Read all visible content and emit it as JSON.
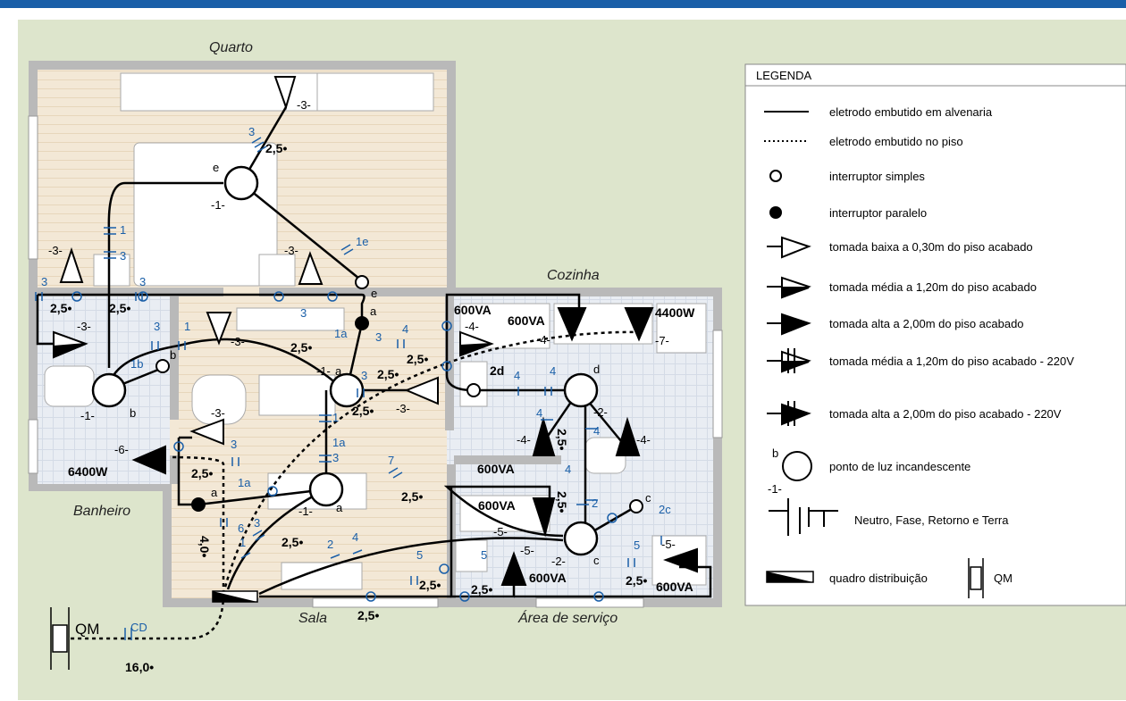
{
  "rooms": {
    "quarto": "Quarto",
    "cozinha": "Cozinha",
    "banheiro": "Banheiro",
    "sala": "Sala",
    "servico": "Área de serviço"
  },
  "panel": {
    "qm": "QM",
    "cd": "CD",
    "cd_section": "16,0•"
  },
  "labels": {
    "q_socket_top": "-3-",
    "q_light": "-1-",
    "q_light_letter": "e",
    "q_circ_34": "3",
    "q_sec_top": "2,5•",
    "q_1e": "1e",
    "q_switch_e": "e",
    "q_circ_1a": "1",
    "q_circ_1b": "3",
    "q_socket_left": "-3-",
    "q_socket_mid": "-3-",
    "q_sec_left1": "2,5•",
    "q_sec_left2": "2,5•",
    "q_c3a": "3",
    "q_c3b": "3",
    "q_c3c": "3",
    "q_sec_mid": "2,5•",
    "q_a": "a",
    "b_socket": "-3-",
    "b_1b": "1b",
    "b_b": "b",
    "b_light": "-1-",
    "b_letter": "b",
    "b_heater": "-6-",
    "b_heater_w": "6400W",
    "b_c3": "3",
    "b_c1": "1",
    "s_light1": "-1-",
    "s_a1": "a",
    "s_1a": "1a",
    "s_3": "3",
    "s_sec1": "2,5•",
    "s_4": "4",
    "s_sec2": "2,5•",
    "s_socket_r": "-3-",
    "s_c1": "1",
    "s_c1a": "1a",
    "s_c3": "3",
    "s_socket_l": "-3-",
    "s_sec3": "2,5•",
    "s_c3b": "3",
    "s_c1a2": "1a",
    "s_c6": "6",
    "s_a2": "a",
    "s_light2": "-1-",
    "s_a3": "a",
    "s_sec40": "4,0•",
    "s_c3c": "3",
    "s_c1b": "1",
    "s_sec4": "2,5•",
    "s_c2": "2",
    "s_c4": "4",
    "s_c7": "7",
    "s_sec5": "2,5•",
    "s_c5": "5",
    "s_sec6": "2,5•",
    "s_sec7": "2,5•",
    "k_600a": "600VA",
    "k_m4a": "-4-",
    "k_600b": "600VA",
    "k_m4b": "-4-",
    "k_4400": "4400W",
    "k_m7": "-7-",
    "k_2d": "2d",
    "k_c4a": "4",
    "k_c4b": "4",
    "k_d": "d",
    "k_m2": "-2-",
    "k_m4c": "-4-",
    "k_c4c": "4",
    "k_c4d": "4",
    "k_sec": "2,5•",
    "k_m4d": "-4-",
    "k_600c": "600VA",
    "k_c4e": "4",
    "k_sec2": "2,5•",
    "k_c2": "2",
    "a_600": "600VA",
    "a_m5": "-5-",
    "a_c": "c",
    "a_2c": "2c",
    "a_m5b": "-5-",
    "a_m2": "-2-",
    "a_c2": "c",
    "a_c5a": "5",
    "a_c5b": "5",
    "a_m5c": "-5-",
    "a_600b": "600VA",
    "a_600c": "600VA",
    "a_sec": "2,5•",
    "a_sec2": "2,5•"
  },
  "legend": {
    "title": "LEGENDA",
    "items": [
      "eletrodo embutido em alvenaria",
      "eletrodo embutido no piso",
      "interruptor simples",
      "interruptor paralelo",
      "tomada baixa a 0,30m do piso acabado",
      "tomada média a 1,20m do piso acabado",
      "tomada alta a 2,00m do piso acabado",
      "tomada média a 1,20m do piso acabado - 220V",
      "tomada alta a 2,00m do piso acabado - 220V",
      "ponto de luz incandescente",
      "Neutro, Fase, Retorno e Terra",
      "quadro distribuição",
      "QM"
    ],
    "light_letter": "b",
    "light_num": "-1-"
  },
  "colors": {
    "header_rule": "#1a5fa8",
    "background": "#dde5cc",
    "wall": "#b8b8b8",
    "floor_wood": "#f2e7d6",
    "floor_tile": "#e8ecf2",
    "accent_blue": "#1a5fa8"
  }
}
